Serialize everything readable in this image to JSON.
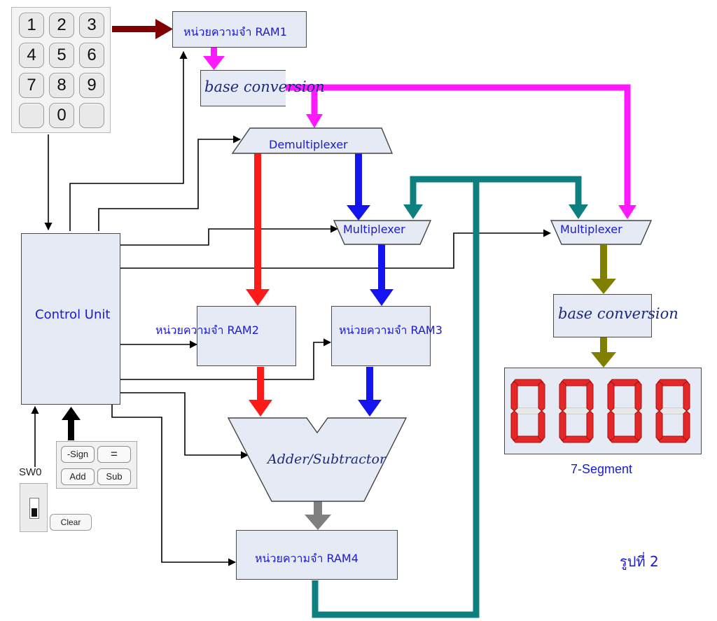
{
  "keypad": {
    "keys": [
      "1",
      "2",
      "3",
      "4",
      "5",
      "6",
      "7",
      "8",
      "9",
      "",
      "0",
      ""
    ]
  },
  "blocks": {
    "ram1": "หน่วยความจำ RAM1",
    "ram2": "หน่วยความจำ RAM2",
    "ram3": "หน่วยความจำ RAM3",
    "ram4": "หน่วยความจำ RAM4",
    "base_conversion_top": "base conversion",
    "base_conversion_right": "base conversion",
    "demultiplexer": "Demultiplexer",
    "multiplexer_mid": "Multiplexer",
    "multiplexer_right": "Multiplexer",
    "control_unit": "Control Unit",
    "adder_subtractor": "Adder/Subtractor"
  },
  "buttons": {
    "sign": "-Sign",
    "equals": "=",
    "add": "Add",
    "sub": "Sub",
    "clear": "Clear"
  },
  "switch": {
    "label": "SW0"
  },
  "display": {
    "digits": [
      "0",
      "0",
      "0",
      "0"
    ],
    "label": "7-Segment"
  },
  "caption": "รูปที่ 2",
  "colors": {
    "block_fill": "#e6eaf5",
    "keypad_to_ram1": "#800000",
    "pink_path": "#ff19ff",
    "red_path": "#ff1a1a",
    "blue_path": "#1414f0",
    "teal_path": "#0e7f7f",
    "olive_path": "#808000",
    "gray_path": "#7f7f7f",
    "control_lines": "#000000",
    "label_text": "#1a1ad0",
    "segment_red": "#e52727"
  }
}
